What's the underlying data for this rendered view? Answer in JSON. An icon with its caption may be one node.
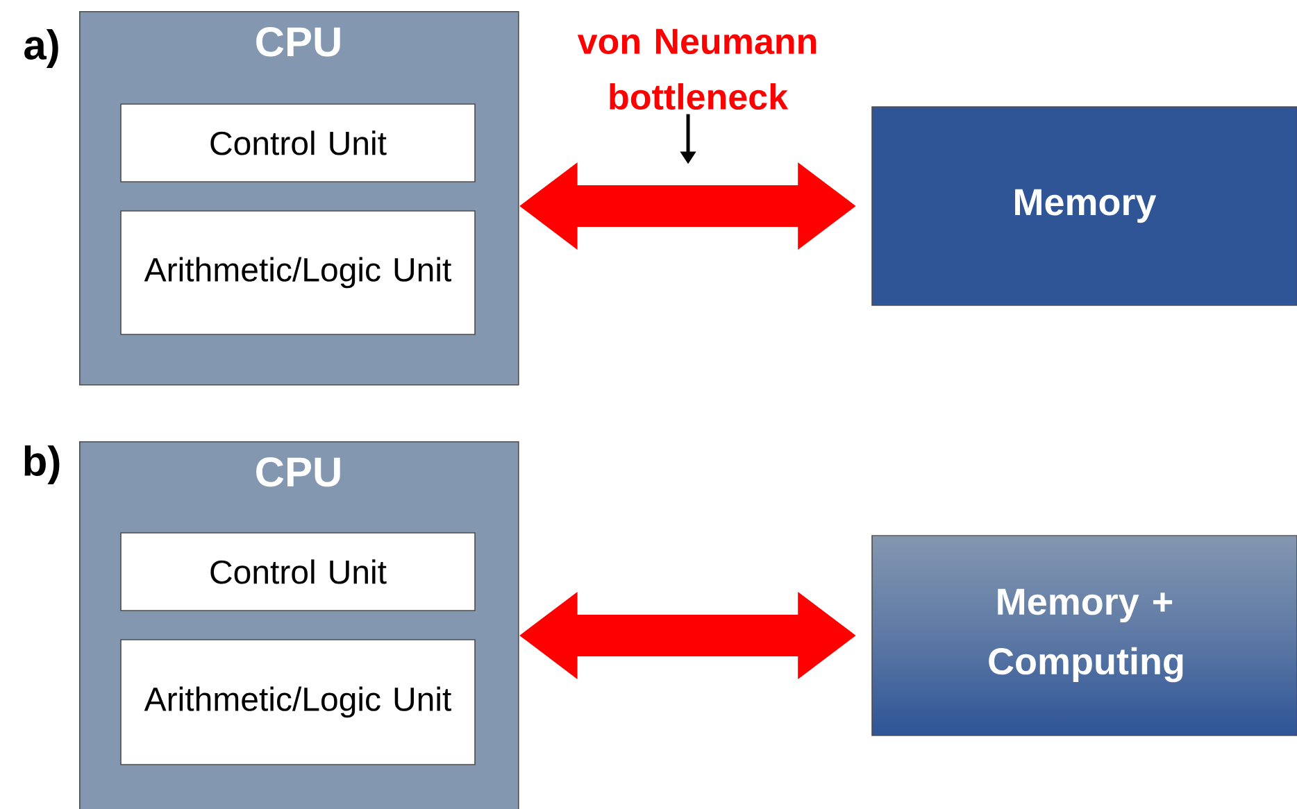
{
  "diagram": {
    "nodes": [
      {
        "text": [
          "CPU"
        ]
      },
      {
        "text": [
          "Control Unit"
        ],
        "in": 0
      },
      {
        "text": [
          "Arithmetic/Logic Unit"
        ],
        "in": 0
      },
      {
        "text": [
          "Memory"
        ]
      },
      {
        "text": [
          "von Neumann bottleneck"
        ]
      },
      {
        "text": [
          "CPU"
        ]
      },
      {
        "text": [
          "Control Unit"
        ],
        "in": 5
      },
      {
        "text": [
          "Arithmetic/Logic Unit"
        ],
        "in": 5
      },
      {
        "text": [
          "Memory + Computing"
        ]
      }
    ],
    "edges": [
      {
        "from": 0,
        "to": 3,
        "arrow": "both"
      },
      {
        "from": 4,
        "to": null,
        "arrow": "to",
        "color": "#000000"
      },
      {
        "from": 5,
        "to": 8,
        "arrow": "both"
      }
    ],
    "labels": [
      "a)",
      "b)"
    ]
  }
}
